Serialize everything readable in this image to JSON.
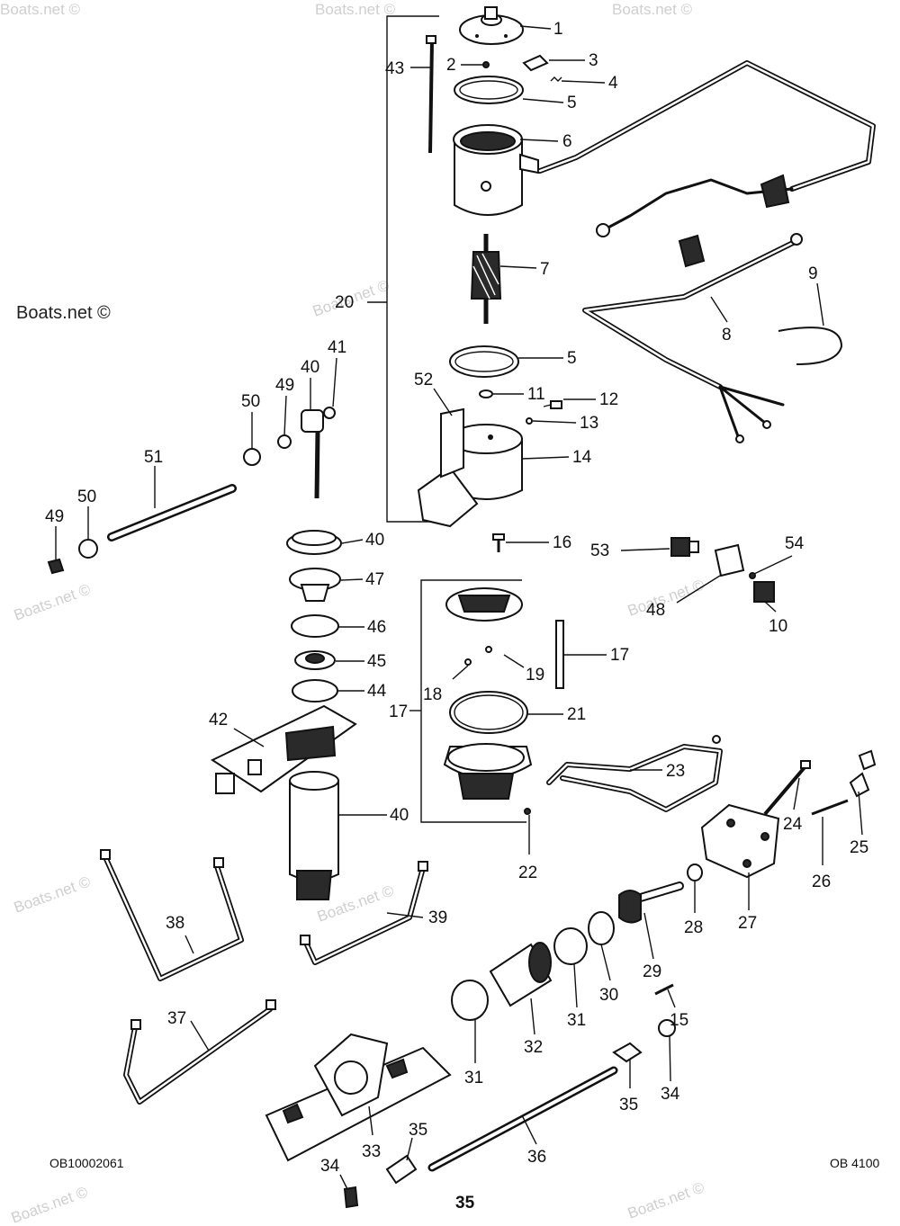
{
  "watermarks": {
    "main": "Boats.net ©",
    "faded": "Boats.net ©"
  },
  "codes": {
    "left": "OB10002061",
    "right": "OB 4100"
  },
  "page_number": "35",
  "callouts": {
    "c1": "1",
    "c2": "2",
    "c3": "3",
    "c4": "4",
    "c5a": "5",
    "c5b": "5",
    "c6": "6",
    "c7": "7",
    "c8": "8",
    "c9": "9",
    "c10": "10",
    "c11": "11",
    "c12": "12",
    "c13": "13",
    "c14": "14",
    "c15": "15",
    "c16": "16",
    "c17a": "17",
    "c17b": "17",
    "c18": "18",
    "c19": "19",
    "c20": "20",
    "c21": "21",
    "c22": "22",
    "c23": "23",
    "c24": "24",
    "c25": "25",
    "c26": "26",
    "c27": "27",
    "c28": "28",
    "c29": "29",
    "c30": "30",
    "c31a": "31",
    "c31b": "31",
    "c32": "32",
    "c33": "33",
    "c34a": "34",
    "c34b": "34",
    "c35a": "35",
    "c35b": "35",
    "c36": "36",
    "c37": "37",
    "c38": "38",
    "c39": "39",
    "c40a": "40",
    "c40b": "40",
    "c40c": "40",
    "c41": "41",
    "c42": "42",
    "c43": "43",
    "c44": "44",
    "c45": "45",
    "c46": "46",
    "c47": "47",
    "c48": "48",
    "c49a": "49",
    "c49b": "49",
    "c50a": "50",
    "c50b": "50",
    "c51": "51",
    "c52": "52",
    "c53": "53",
    "c54": "54"
  }
}
